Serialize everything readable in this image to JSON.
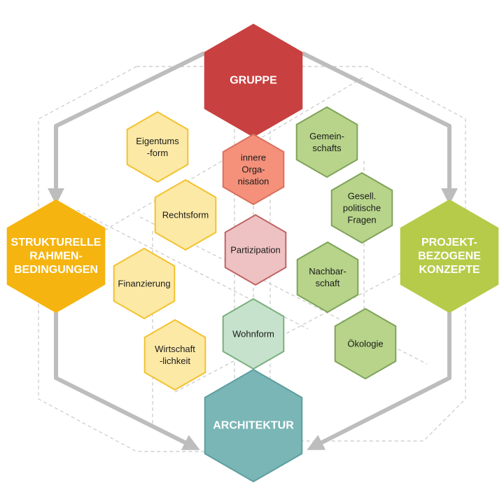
{
  "main_nodes": {
    "gruppe": {
      "lines": [
        "GRUPPE"
      ],
      "fill": "#c94040",
      "stroke": "#c94040"
    },
    "strukturelle": {
      "lines": [
        "STRUKTURELLE",
        "RAHMEN-",
        "BEDINGUNGEN"
      ],
      "fill": "#f5b40f",
      "stroke": "#f5b40f"
    },
    "projekt": {
      "lines": [
        "PROJEKT-",
        "BEZOGENE",
        "KONZEPTE"
      ],
      "fill": "#b5cb49",
      "stroke": "#b5cb49"
    },
    "architektur": {
      "lines": [
        "ARCHITEKTUR"
      ],
      "fill": "#7ab6b6",
      "stroke": "#5e9e9e"
    }
  },
  "sub_nodes": {
    "eigentumsform": {
      "lines": [
        "Eigentums",
        "-form"
      ],
      "fill": "#fde9a6",
      "stroke": "#f2c230"
    },
    "rechtsform": {
      "lines": [
        "Rechtsform"
      ],
      "fill": "#fde9a6",
      "stroke": "#f2c230"
    },
    "finanzierung": {
      "lines": [
        "Finanzierung"
      ],
      "fill": "#fde9a6",
      "stroke": "#f2c230"
    },
    "wirtschaftlichkeit": {
      "lines": [
        "Wirtschaft",
        "-lichkeit"
      ],
      "fill": "#fde9a6",
      "stroke": "#f2c230"
    },
    "innere_organisation": {
      "lines": [
        "innere",
        "Orga-",
        "nisation"
      ],
      "fill": "#f5917a",
      "stroke": "#d9705c"
    },
    "partizipation": {
      "lines": [
        "Partizipation"
      ],
      "fill": "#eec2c2",
      "stroke": "#c06464"
    },
    "wohnform": {
      "lines": [
        "Wohnform"
      ],
      "fill": "#c6e2cc",
      "stroke": "#7ab07e"
    },
    "gemeinschafts": {
      "lines": [
        "Gemein-",
        "schafts"
      ],
      "fill": "#b7d48a",
      "stroke": "#7fa35a"
    },
    "gesell_fragen": {
      "lines": [
        "Gesell.",
        "politische",
        "Fragen"
      ],
      "fill": "#b7d48a",
      "stroke": "#7fa35a"
    },
    "nachbarschaft": {
      "lines": [
        "Nachbar-",
        "schaft"
      ],
      "fill": "#b7d48a",
      "stroke": "#7fa35a"
    },
    "oekologie": {
      "lines": [
        "Ökologie"
      ],
      "fill": "#b7d48a",
      "stroke": "#7fa35a"
    }
  },
  "colors": {
    "guide_line": "#c8c8c8",
    "flow_arrow": "#bdbdbd"
  }
}
